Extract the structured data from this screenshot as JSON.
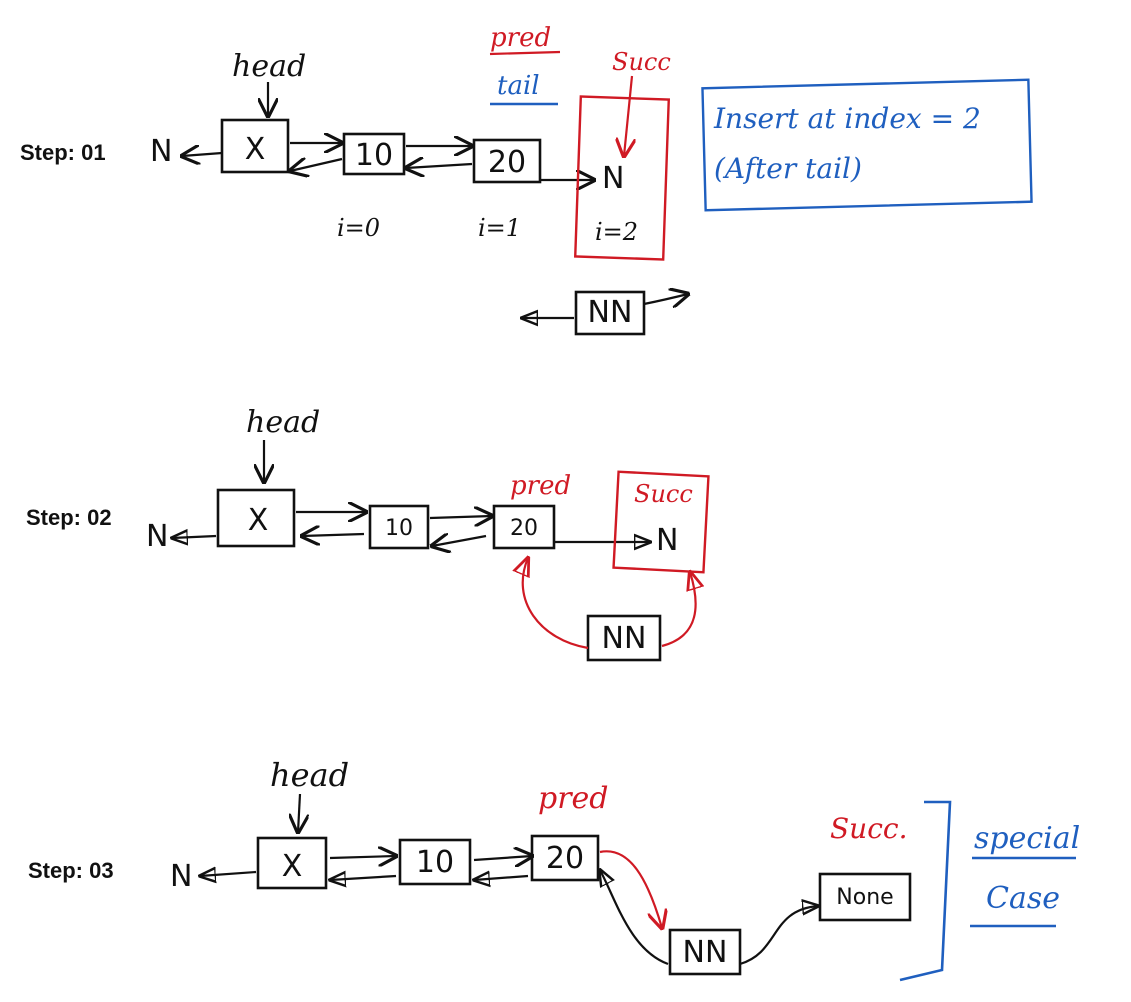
{
  "steps": [
    {
      "label": "Step: 01",
      "head": "head",
      "null_left": "N",
      "nodes": [
        "X",
        "10",
        "20"
      ],
      "indices": [
        "i=0",
        "i=1",
        "i=2"
      ],
      "pred": "pred",
      "tail": "tail",
      "succ": "Succ",
      "succ_value": "N",
      "new_node": "NN",
      "note_line1": "Insert at index = 2",
      "note_line2": "(After tail)"
    },
    {
      "label": "Step: 02",
      "head": "head",
      "null_left": "N",
      "nodes": [
        "X",
        "10",
        "20"
      ],
      "pred": "pred",
      "succ": "Succ",
      "succ_value": "N",
      "new_node": "NN"
    },
    {
      "label": "Step: 03",
      "head": "head",
      "null_left": "N",
      "nodes": [
        "X",
        "10",
        "20"
      ],
      "pred": "pred",
      "succ": "Succ.",
      "new_node": "NN",
      "succ_value": "None",
      "special_line1": "special",
      "special_line2": "Case"
    }
  ],
  "colors": {
    "ink": "#111111",
    "red": "#d01a24",
    "blue": "#1f5fbf"
  }
}
